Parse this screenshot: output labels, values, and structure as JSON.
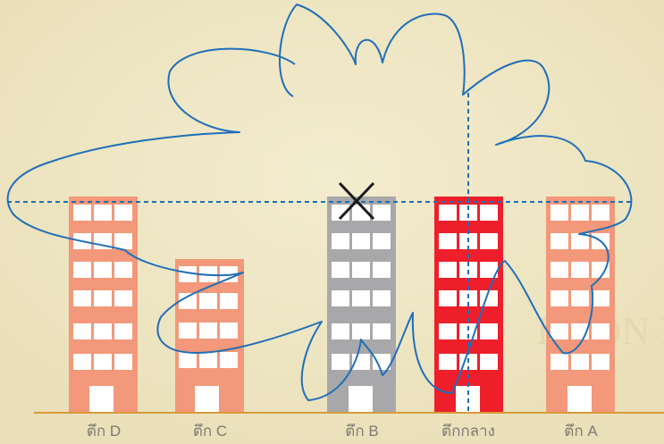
{
  "buildings": [
    {
      "id": "D",
      "label": "ตึก D",
      "floors": 6,
      "color": "#f3987a"
    },
    {
      "id": "C",
      "label": "ตึก C",
      "floors": 4,
      "color": "#f3987a"
    },
    {
      "id": "B",
      "label": "ตึก B",
      "floors": 6,
      "color": "#a8a8aa",
      "marked": true
    },
    {
      "id": "center",
      "label": "ตึกกลาง",
      "floors": 6,
      "color": "#ee1f2b"
    },
    {
      "id": "A",
      "label": "ตึก A",
      "floors": 6,
      "color": "#f3987a"
    }
  ],
  "colors": {
    "background": "#efe7c4",
    "ground": "#d89a3a",
    "outline": "#1f6fb8",
    "guide": "#1f6fb8",
    "mark": "#1a1a1a",
    "window": "#ffffff"
  },
  "background_watermark": "ILTON M"
}
